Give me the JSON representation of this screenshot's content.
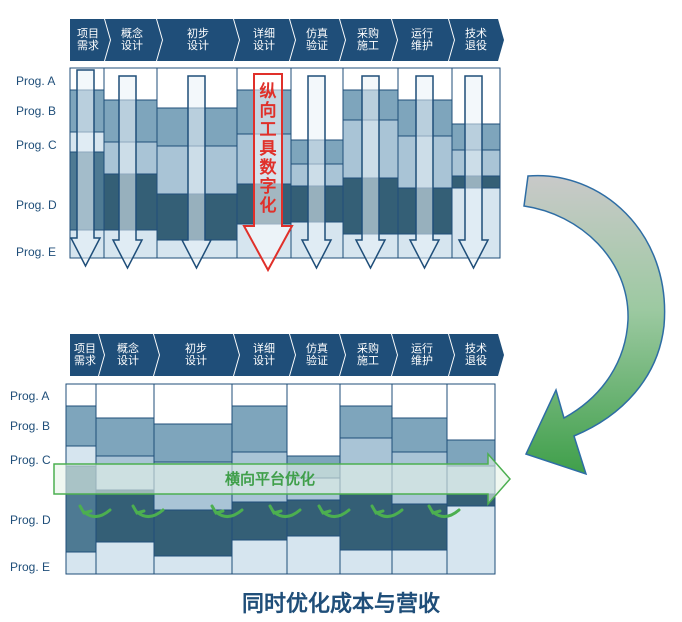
{
  "phases": [
    {
      "line1": "项目",
      "line2": "需求"
    },
    {
      "line1": "概念",
      "line2": "设计"
    },
    {
      "line1": "初步",
      "line2": "设计"
    },
    {
      "line1": "详细",
      "line2": "设计"
    },
    {
      "line1": "仿真",
      "line2": "验证"
    },
    {
      "line1": "采购",
      "line2": "施工"
    },
    {
      "line1": "运行",
      "line2": "维护"
    },
    {
      "line1": "技术",
      "line2": "退役"
    }
  ],
  "programs": [
    "Prog. A",
    "Prog. B",
    "Prog. C",
    "Prog. D",
    "Prog. E"
  ],
  "top_diagram": {
    "vertical_label": "纵向工具数字化"
  },
  "bottom_diagram": {
    "horizontal_label": "横向平台优化"
  },
  "caption": "同时优化成本与营收",
  "colors": {
    "navy": "#1f4e79",
    "c1": "#d6e5ef",
    "c2": "#a9c4d6",
    "c3": "#7ea5bc",
    "c4": "#4e7a93",
    "c5": "#345f76",
    "red": "#e0302a",
    "green": "#4caf50"
  }
}
